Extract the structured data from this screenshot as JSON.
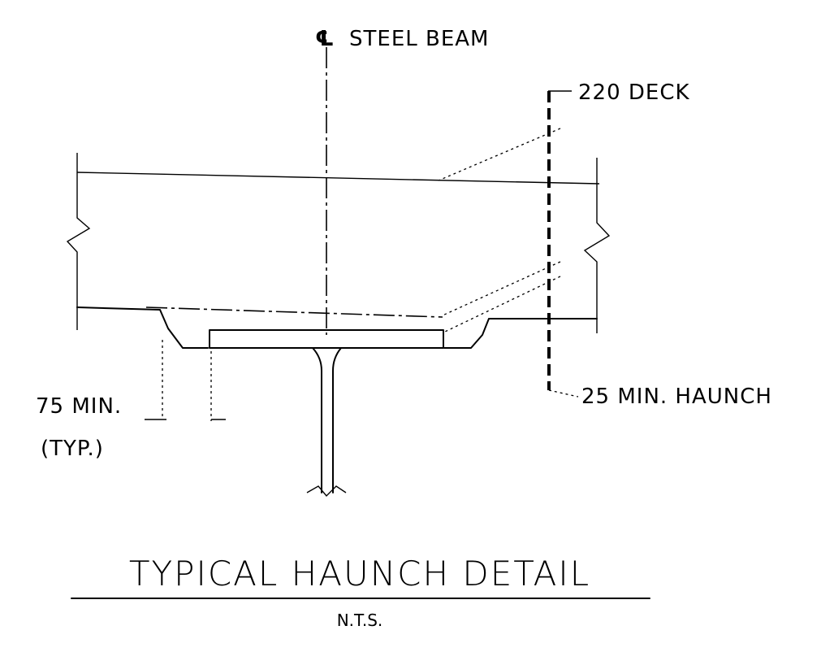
{
  "labels": {
    "centerline_symbol": "℄",
    "steel_beam": "STEEL BEAM",
    "deck": "220 DECK",
    "haunch": "25 MIN. HAUNCH",
    "min_75": "75 MIN.",
    "typ": "(TYP.)"
  },
  "title": {
    "main": "TYPICAL HAUNCH DETAIL",
    "scale": "N.T.S."
  }
}
